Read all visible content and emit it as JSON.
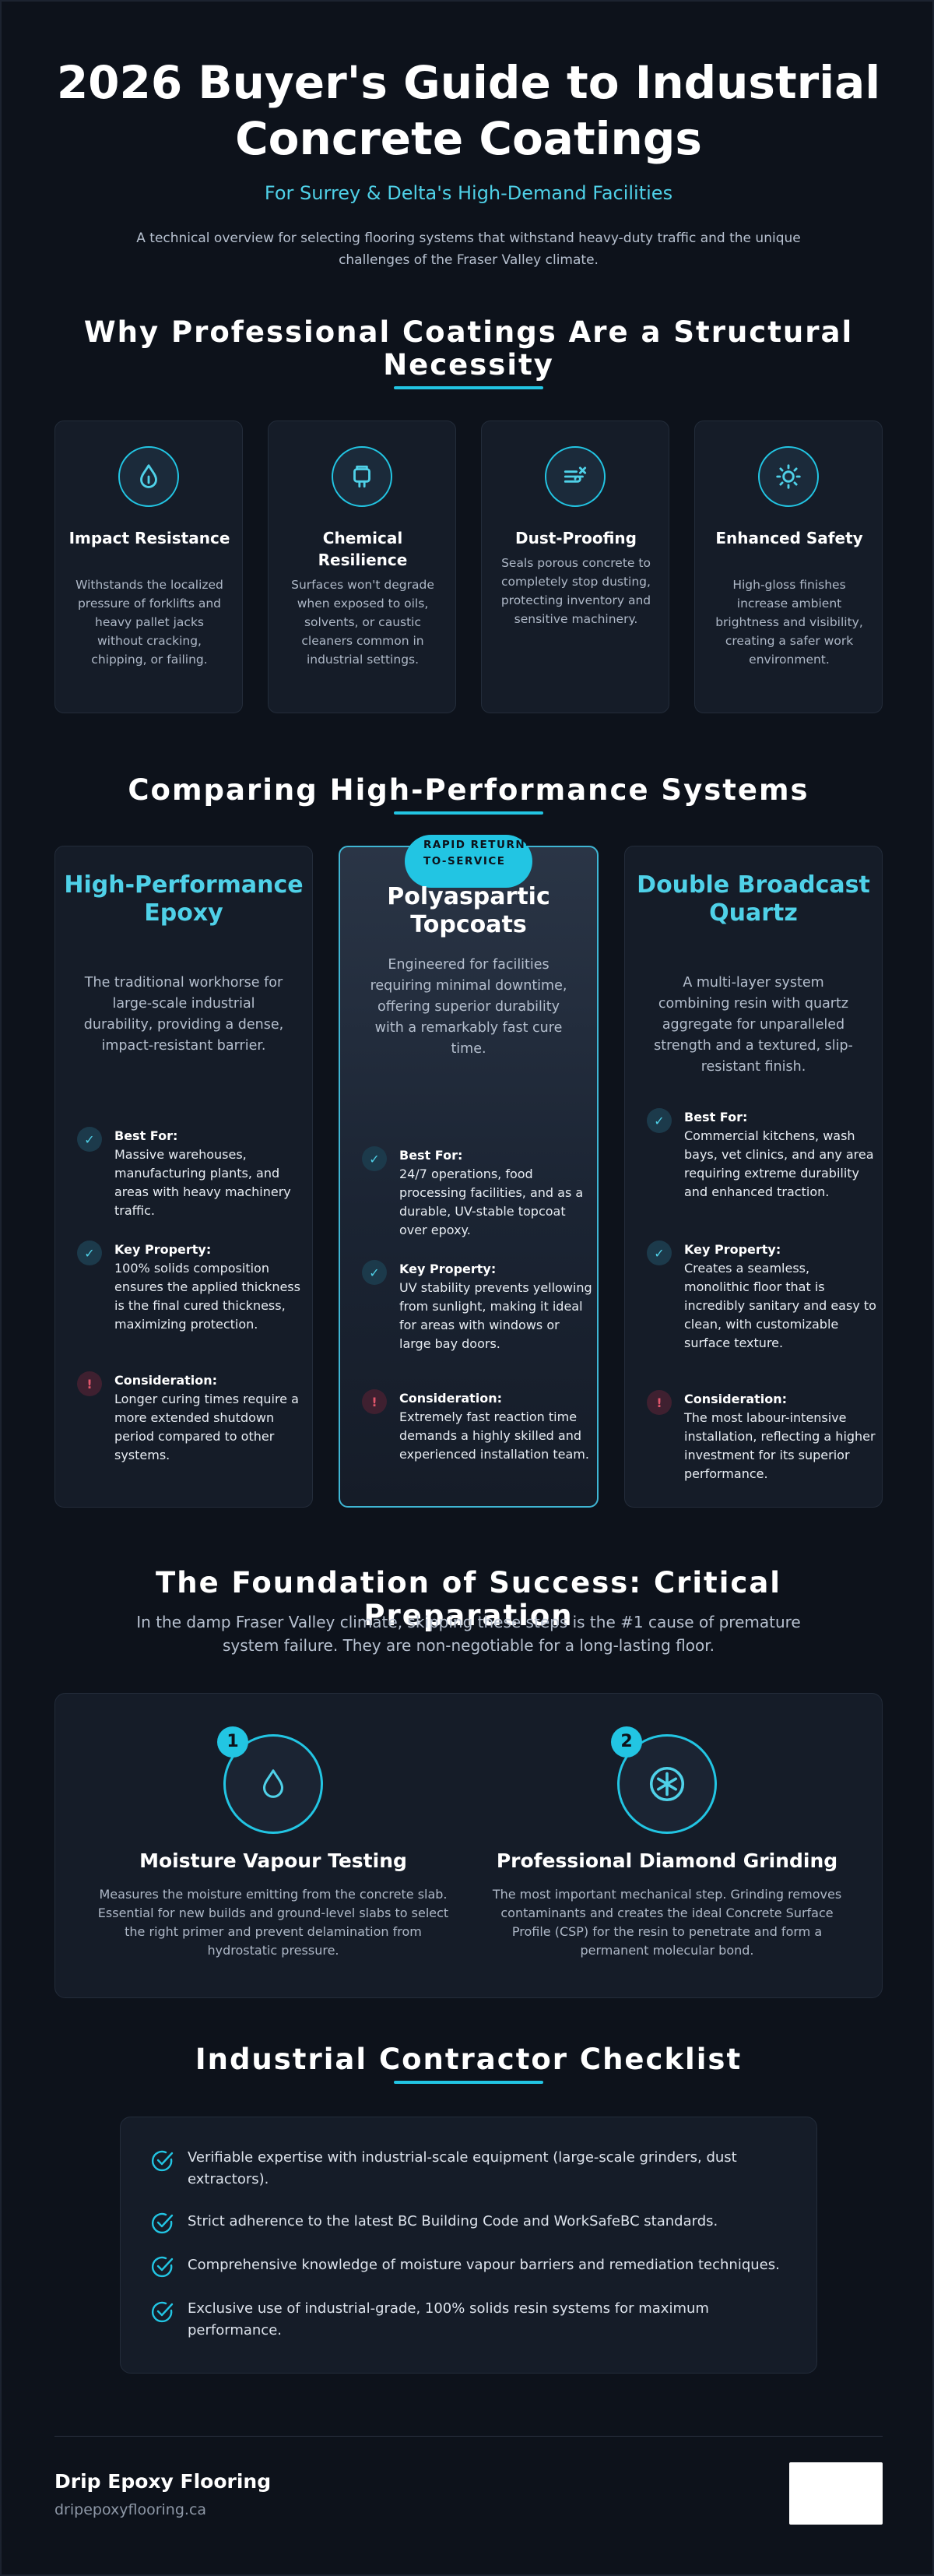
{
  "header": {
    "title": "2026 Buyer's Guide to Industrial Concrete Coatings",
    "subtitle": "For Surrey & Delta's High-Demand Facilities",
    "description": "A technical overview for selecting flooring systems that withstand heavy-duty traffic and the unique challenges of the Fraser Valley climate."
  },
  "why": {
    "title": "Why Professional Coatings Are a Structural Necessity",
    "cards": [
      {
        "icon": "droplet-icon",
        "title": "Impact Resistance",
        "text": "Withstands the localized pressure of forklifts and heavy pallet jacks without cracking, chipping, or failing."
      },
      {
        "icon": "flask-icon",
        "title": "Chemical Resilience",
        "text": "Surfaces won't degrade when exposed to oils, solvents, or caustic cleaners common in industrial settings."
      },
      {
        "icon": "wind-icon",
        "title": "Dust-Proofing",
        "text": "Seals porous concrete to completely stop dusting, protecting inventory and sensitive machinery."
      },
      {
        "icon": "sun-icon",
        "title": "Enhanced Safety",
        "text": "High-gloss finishes increase ambient brightness and visibility, creating a safer work environment."
      }
    ]
  },
  "systems": {
    "title": "Comparing High-Performance Systems",
    "badge": "RAPID RETURN-TO-SERVICE",
    "cards": [
      {
        "title": "High-Performance Epoxy",
        "description": "The traditional workhorse for large-scale industrial durability, providing a dense, impact-resistant barrier.",
        "best_label": "Best For:",
        "best": "Massive warehouses, manufacturing plants, and areas with heavy machinery traffic.",
        "key_label": "Key Property:",
        "key": "100% solids composition ensures the applied thickness is the final cured thickness, maximizing protection.",
        "con_label": "Consideration:",
        "con": "Longer curing times require a more extended shutdown period compared to other systems."
      },
      {
        "title": "Polyaspartic Topcoats",
        "description": "Engineered for facilities requiring minimal downtime, offering superior durability with a remarkably fast cure time.",
        "best_label": "Best For:",
        "best": "24/7 operations, food processing facilities, and as a durable, UV-stable topcoat over epoxy.",
        "key_label": "Key Property:",
        "key": "UV stability prevents yellowing from sunlight, making it ideal for areas with windows or large bay doors.",
        "con_label": "Consideration:",
        "con": "Extremely fast reaction time demands a highly skilled and experienced installation team."
      },
      {
        "title": "Double Broadcast Quartz",
        "description": "A multi-layer system combining resin with quartz aggregate for unparalleled strength and a textured, slip-resistant finish.",
        "best_label": "Best For:",
        "best": "Commercial kitchens, wash bays, vet clinics, and any area requiring extreme durability and enhanced traction.",
        "key_label": "Key Property:",
        "key": "Creates a seamless, monolithic floor that is incredibly sanitary and easy to clean, with customizable surface texture.",
        "con_label": "Consideration:",
        "con": "The most labour-intensive installation, reflecting a higher investment for its superior performance."
      }
    ]
  },
  "foundation": {
    "title": "The Foundation of Success: Critical Preparation",
    "description": "In the damp Fraser Valley climate, skipping these steps is the #1 cause of premature system failure. They are non-negotiable for a long-lasting floor.",
    "steps": [
      {
        "number": "1",
        "icon": "droplet-icon",
        "title": "Moisture Vapour Testing",
        "text": "Measures the moisture emitting from the concrete slab. Essential for new builds and ground-level slabs to select the right primer and prevent delamination from hydrostatic pressure."
      },
      {
        "number": "2",
        "icon": "grinding-disc-icon",
        "title": "Professional Diamond Grinding",
        "text": "The most important mechanical step. Grinding removes contaminants and creates the ideal Concrete Surface Profile (CSP) for the resin to penetrate and form a permanent molecular bond."
      }
    ]
  },
  "checklist": {
    "title": "Industrial Contractor Checklist",
    "items": [
      "Verifiable expertise with industrial-scale equipment (large-scale grinders, dust extractors).",
      "Strict adherence to the latest BC Building Code and WorkSafeBC standards.",
      "Comprehensive knowledge of moisture vapour barriers and remediation techniques.",
      "Exclusive use of industrial-grade, 100% solids resin systems for maximum performance."
    ]
  },
  "footer": {
    "brand": "Drip Epoxy Flooring",
    "url": "dripepoxyflooring.ca"
  },
  "colors": {
    "background": "#0d121b",
    "card": "#151c28",
    "accent": "#22c5e3",
    "accent_text": "#4fd1e8",
    "warning": "#e2566b"
  }
}
